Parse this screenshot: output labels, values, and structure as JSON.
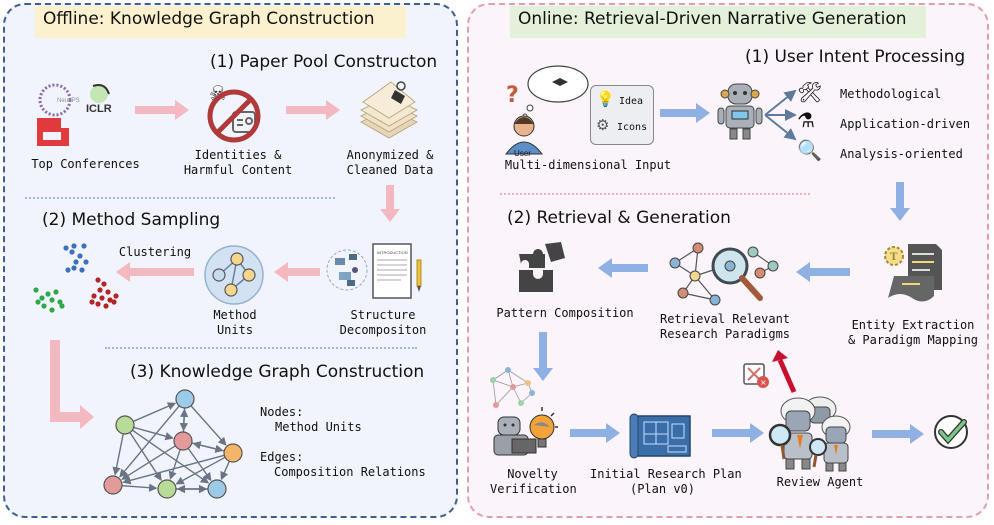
{
  "offline": {
    "banner": "Offline: Knowledge Graph Construction",
    "step1": {
      "title": "(1) Paper Pool Constructon",
      "source_logos": [
        "NeurIPS",
        "ICLR"
      ],
      "nodes": [
        {
          "label_lines": [
            "Top Conferences"
          ]
        },
        {
          "label_lines": [
            "Identities &",
            "Harmful Content"
          ]
        },
        {
          "label_lines": [
            "Anonymized &",
            "Cleaned Data"
          ]
        }
      ]
    },
    "step2": {
      "title": "(2) Method Sampling",
      "clustering_label": "Clustering",
      "method_units_lines": [
        "Method",
        "Units"
      ],
      "structure_lines": [
        "Structure",
        "Decompositon"
      ],
      "doc_heading": "INTRODUCTION"
    },
    "step3": {
      "title": "(3) Knowledge Graph Construction",
      "nodes_heading": "Nodes:",
      "nodes_value": "Method Units",
      "edges_heading": "Edges:",
      "edges_value": "Composition Relations"
    }
  },
  "online": {
    "banner": "Online: Retrieval-Driven Narrative Generation",
    "step1": {
      "title": "(1) User Intent Processing",
      "user_label": "User",
      "input_items": [
        "Idea",
        "Icons"
      ],
      "input_caption": "Multi-dimensional Input",
      "intent_types": [
        "Methodological",
        "Application-driven",
        "Analysis-oriented"
      ]
    },
    "step2": {
      "title": "(2) Retrieval & Generation",
      "entity_lines": [
        "Entity Extraction",
        "& Paradigm Mapping"
      ],
      "retrieval_lines": [
        "Retrieval Relevant",
        "Research Paradigms"
      ],
      "pattern_label": "Pattern Composition",
      "novelty_lines": [
        "Novelty",
        "Verification"
      ],
      "plan_lines": [
        "Initial Research Plan",
        "(Plan v0)"
      ],
      "review_label": "Review Agent"
    }
  },
  "colors": {
    "offline_border": "#3f5f93",
    "offline_bg": "#f1f4fc",
    "offline_banner": "#fbf1cf",
    "online_border": "#e0a0ab",
    "online_bg": "#fbf4fb",
    "online_banner": "#e3f1da",
    "pink_arrow": "#f4b8c0",
    "blue_arrow": "#8fb0e3",
    "reject_arrow": "#c8102e"
  }
}
